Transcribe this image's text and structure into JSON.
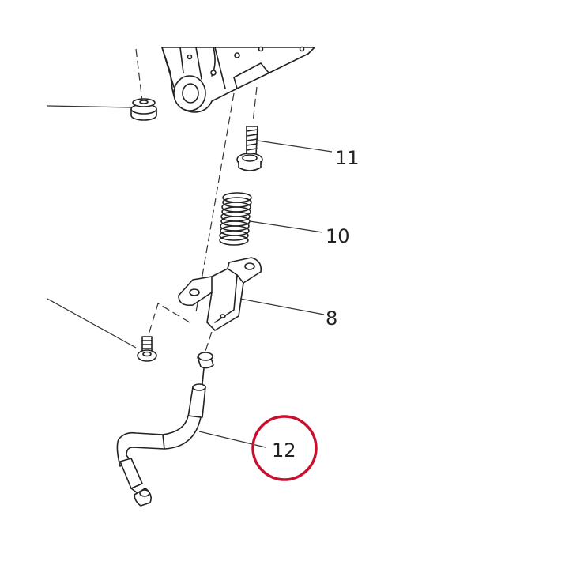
{
  "callouts": [
    {
      "id": "11",
      "label": "11"
    },
    {
      "id": "10",
      "label": "10"
    },
    {
      "id": "8",
      "label": "8"
    },
    {
      "id": "12",
      "label": "12"
    }
  ],
  "colors": {
    "line": "#222222",
    "highlight_circle": "#c8102e",
    "background": "#ffffff"
  }
}
